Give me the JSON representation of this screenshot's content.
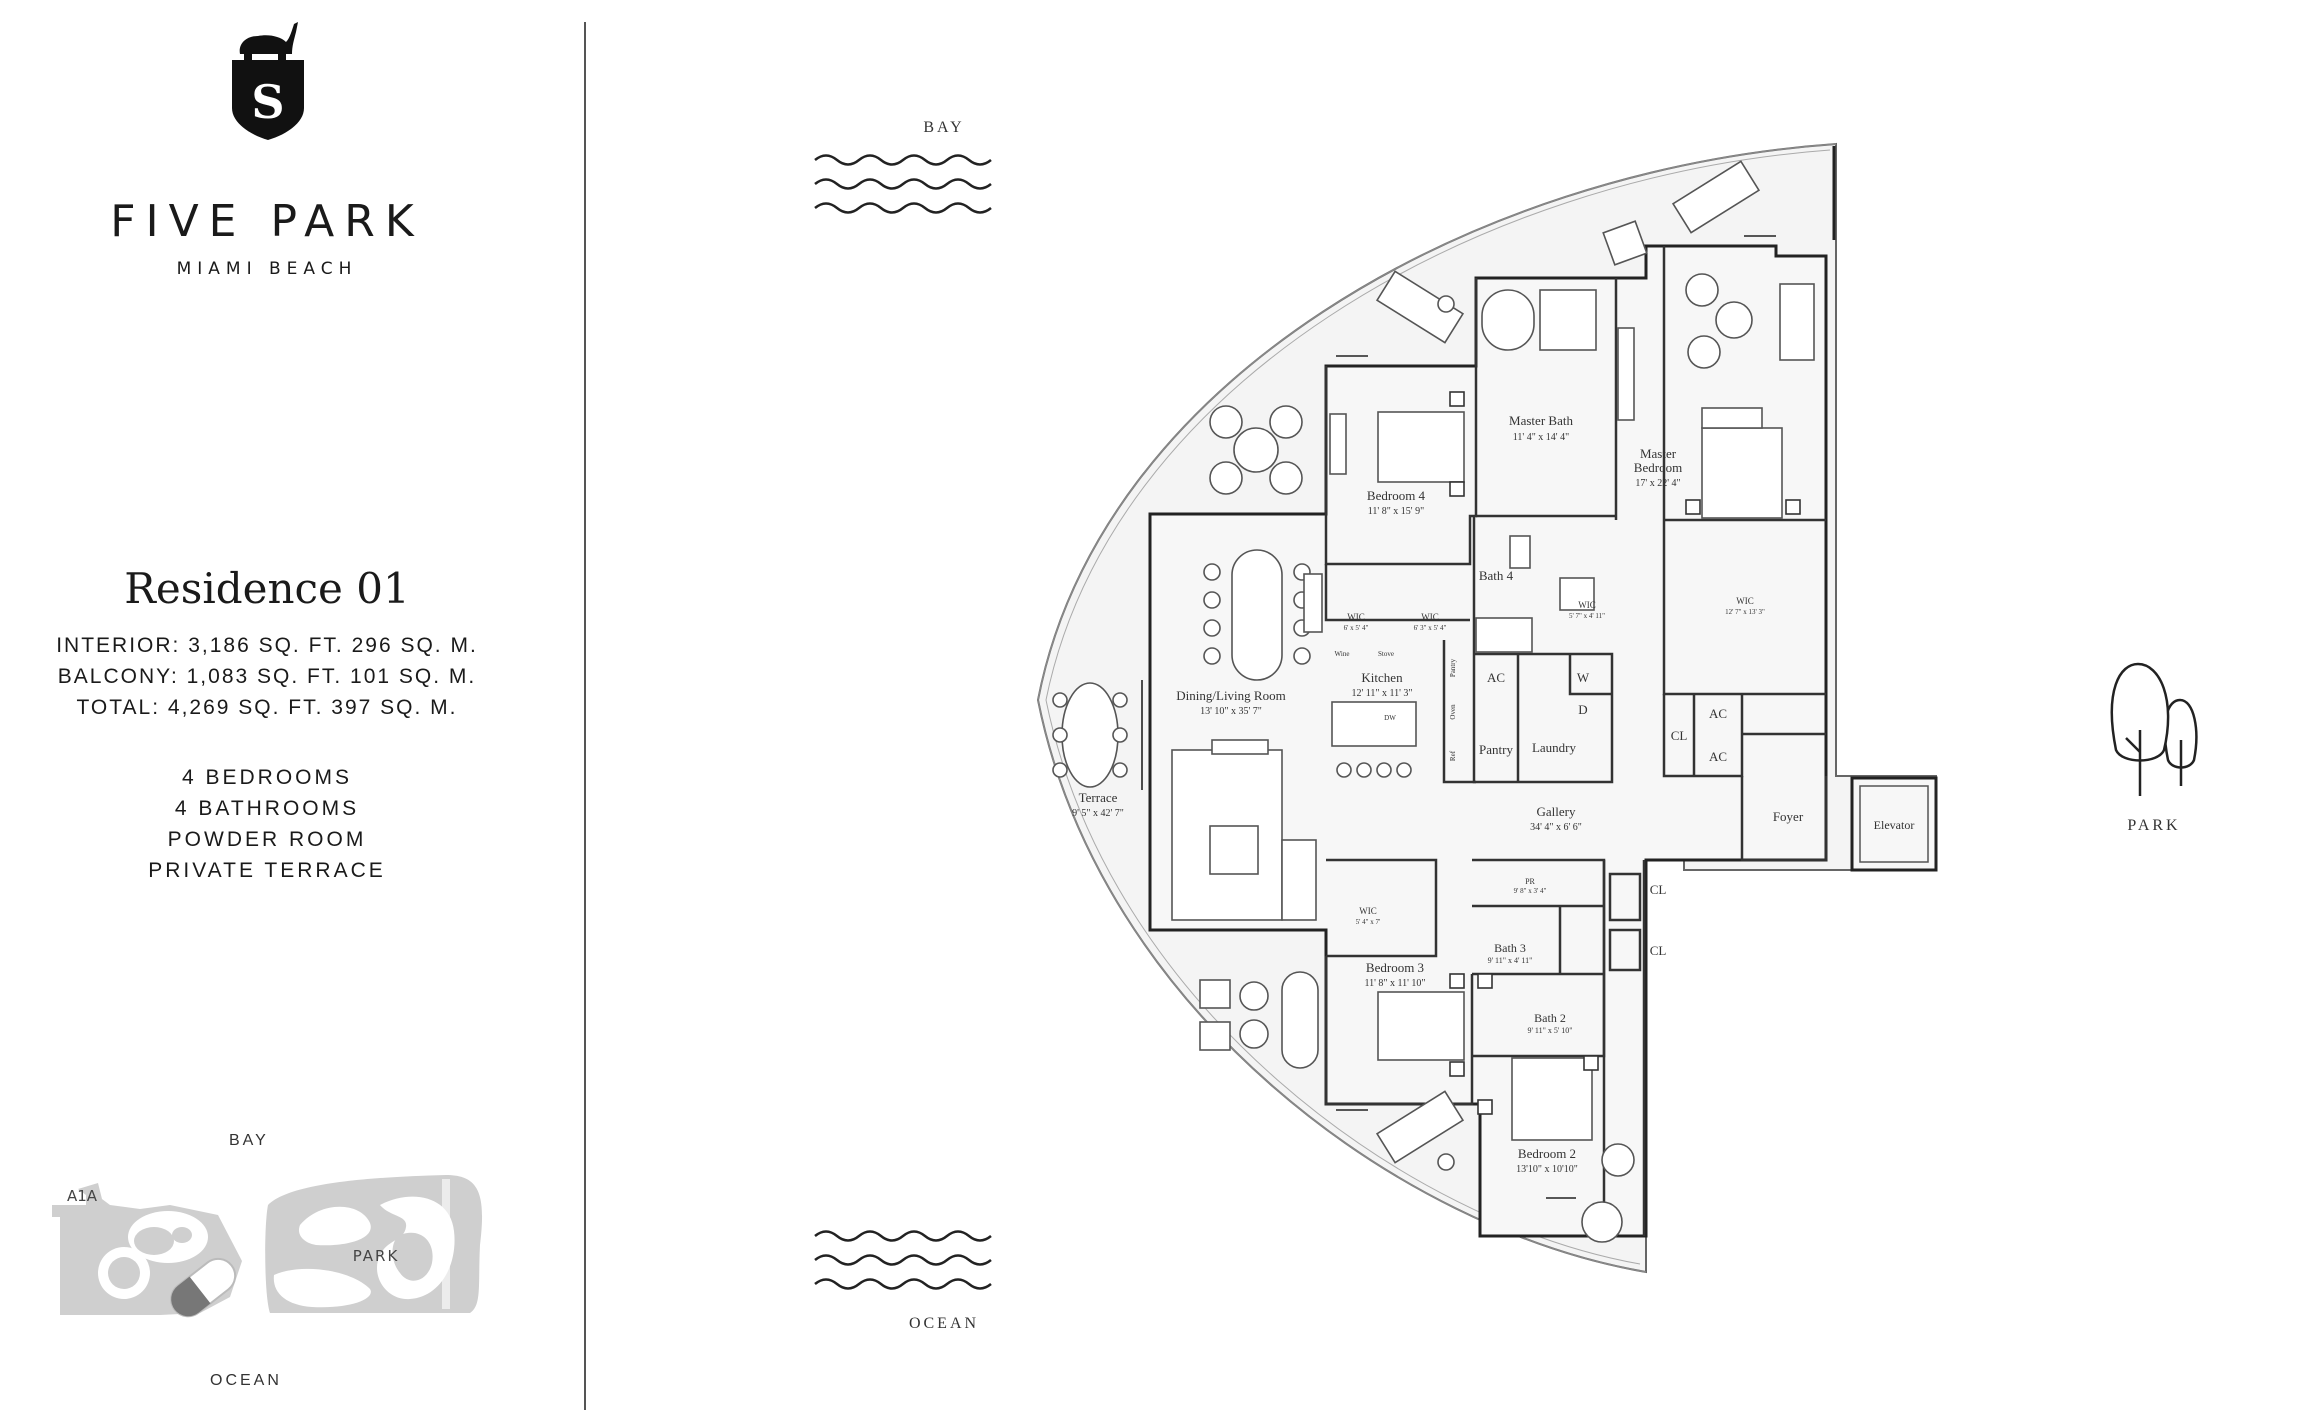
{
  "brand": {
    "logo_letter": "S",
    "name": "FIVE PARK",
    "subtitle": "MIAMI BEACH"
  },
  "residence": {
    "title": "Residence 01",
    "stats": [
      "INTERIOR: 3,186 SQ. FT.   296 SQ. M.",
      "BALCONY: 1,083 SQ. FT.   101 SQ. M.",
      "TOTAL: 4,269 SQ. FT.   397 SQ. M."
    ],
    "features": [
      "4 BEDROOMS",
      "4 BATHROOMS",
      "POWDER ROOM",
      "PRIVATE TERRACE"
    ]
  },
  "site_map": {
    "bay": "BAY",
    "road": "A1A",
    "park": "PARK",
    "ocean": "OCEAN"
  },
  "plan": {
    "bay": "BAY",
    "ocean": "OCEAN",
    "park": "PARK",
    "rooms": {
      "master_bath": {
        "name": "Master Bath",
        "dims": "11' 4\" x 14' 4\""
      },
      "master_bedroom": {
        "name1": "Master",
        "name2": "Bedroom",
        "dims": "17' x 22' 4\""
      },
      "bedroom4": {
        "name": "Bedroom 4",
        "dims": "11' 8\" x 15' 9\""
      },
      "bath4": {
        "name": "Bath 4"
      },
      "wic_a": {
        "name": "WIC",
        "dims": "6' x 5' 4\""
      },
      "wic_b": {
        "name": "WIC",
        "dims": "6' 3\" x 5' 4\""
      },
      "wic_c": {
        "name": "WIC",
        "dims": "5' 7\" x 4' 11\""
      },
      "wic_master": {
        "name": "WIC",
        "dims": "12' 7\" x 13' 3\""
      },
      "wine": "Wine",
      "stove": "Stove",
      "pantry_small": "Pantry",
      "oven": "Oven",
      "ref": "Ref",
      "dw": "DW",
      "kitchen": {
        "name": "Kitchen",
        "dims": "12' 11\" x 11' 3\""
      },
      "dining": {
        "name": "Dining/Living Room",
        "dims": "13' 10\" x 35' 7\""
      },
      "terrace": {
        "name": "Terrace",
        "dims": "9' 5\" x 42' 7\""
      },
      "ac1": "AC",
      "ac2": "AC",
      "ac3": "AC",
      "w": "W",
      "d": "D",
      "pantry": "Pantry",
      "laundry": "Laundry",
      "cl1": "CL",
      "cl2": "CL",
      "cl3": "CL",
      "gallery": {
        "name": "Gallery",
        "dims": "34' 4\" x 6' 6\""
      },
      "foyer": "Foyer",
      "elevator": "Elevator",
      "pr": {
        "name": "PR",
        "dims": "9' 8\" x 3' 4\""
      },
      "wic_b3": {
        "name": "WIC",
        "dims": "5' 4\" x 7'"
      },
      "bath3": {
        "name": "Bath 3",
        "dims": "9' 11\" x 4' 11\""
      },
      "bedroom3": {
        "name": "Bedroom 3",
        "dims": "11' 8\" x 11' 10\""
      },
      "bath2": {
        "name": "Bath 2",
        "dims": "9' 11\" x 5' 10\""
      },
      "bedroom2": {
        "name": "Bedroom 2",
        "dims": "13'10\" x 10'10\""
      }
    }
  }
}
